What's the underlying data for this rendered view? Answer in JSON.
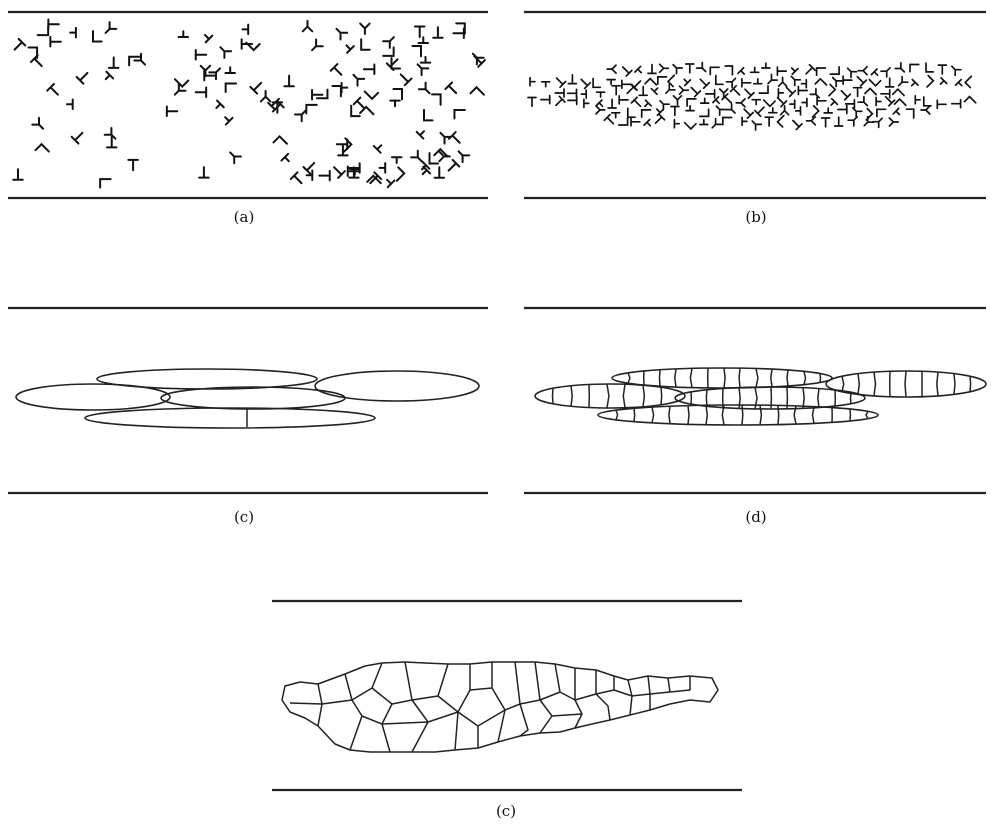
{
  "panels": [
    {
      "id": "a",
      "label": "(a)"
    },
    {
      "id": "b",
      "label": "(b)"
    },
    {
      "id": "c",
      "label": "(c)"
    },
    {
      "id": "d",
      "label": "(d)"
    },
    {
      "id": "e",
      "label": "(c)"
    }
  ]
}
